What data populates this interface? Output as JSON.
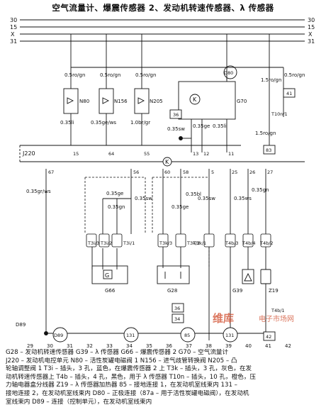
{
  "title": "空气流量计、爆震传感器 2、发动机转速传感器、λ 传感器",
  "rails": [
    {
      "left": "30",
      "right": "30"
    },
    {
      "left": "15",
      "right": "15"
    },
    {
      "left": "X",
      "right": "X"
    },
    {
      "left": "31",
      "right": "31"
    }
  ],
  "labels": {
    "w1": "0.5ro/gn",
    "w2": "0.5ro/gn",
    "w3": "0.5ro/gn",
    "w4": "0.5ro/gn",
    "w5": "1.5ro/gn",
    "n80": "N80",
    "n156": "N156",
    "n205": "N205",
    "g70": "G70",
    "d80": "D80",
    "w6": "0.35li",
    "w7": "0.35ge/ws",
    "w8": "1.0br/gr",
    "w9": "0.35sw",
    "w10": "0.35ge",
    "w11": "0.35li",
    "c36": "36",
    "c41": "41",
    "c83": "83",
    "t10n": "T10n/1",
    "w12": "1.5ro/gn",
    "j220": "J220",
    "pins_top": [
      "15",
      "64",
      "55",
      "13",
      "12",
      "11"
    ],
    "pins_mid": [
      "67",
      "56",
      "60",
      "58",
      "5",
      "25",
      "26",
      "27"
    ],
    "w13": "0.35gr/ws",
    "w14": "0.35ge",
    "w15": "0.35gn",
    "w16": "0.35sw",
    "w17": "0.35bl",
    "w18": "0.35ge",
    "w19": "0.35sw",
    "w20": "0.35ws",
    "w21": "0.35gn",
    "t3i": [
      "T3i/3",
      "T3i/2",
      "T3i/1"
    ],
    "t3k": [
      "T3k/3",
      "T3k/2",
      "T3k/1"
    ],
    "t4b": [
      "T4b/3",
      "T4b/4",
      "T4b/2"
    ],
    "t4b1": "T4b/1",
    "g66": "G66",
    "g28": "G28",
    "g39": "G39",
    "z19": "Z19",
    "d89": "D89",
    "d89c": "D89",
    "c131a": "131",
    "c131b": "131",
    "c85": "85",
    "c36b": "36",
    "c42": "42",
    "c34b": "34",
    "bottom": [
      "29",
      "30",
      "31",
      "32",
      "33",
      "34",
      "35",
      "36",
      "37",
      "38",
      "39",
      "40",
      "41",
      "42"
    ]
  },
  "legend": [
    "G28 – 发动机转速传感器    G39 – λ 传感器    G66 – 爆震传感器 2    G70 – 空气流量计",
    "J220 – 发动机电控单元    N80 – 活性炭罐电磁阀 1    N156 – 进气歧管转换阀    N205 – 凸",
    "轮轴调整阀 1    T3i – 插头，3 孔，蓝色，在爆震传感器 2 上    T3k – 插头，3 孔，灰色，在发",
    "动机转速传感器上    T4b – 插头，4 孔，黑色，用于 λ 传感器    T10n – 插头，10 孔，橙色，压",
    "力轴电器盒分线器    Z19 – λ 传感器加热器    85 – 接地连接 1，在发动机室线束内    131 –",
    "接地连接 2，在发动机室线束内    D80 – 正极连接（87a – 用于活性炭罐电磁阀），在发动机",
    "室线束内    D89 – 连接（控制单元），在发动机室线束内"
  ],
  "watermark": {
    "a": "维库",
    "b": "电子市场网"
  }
}
